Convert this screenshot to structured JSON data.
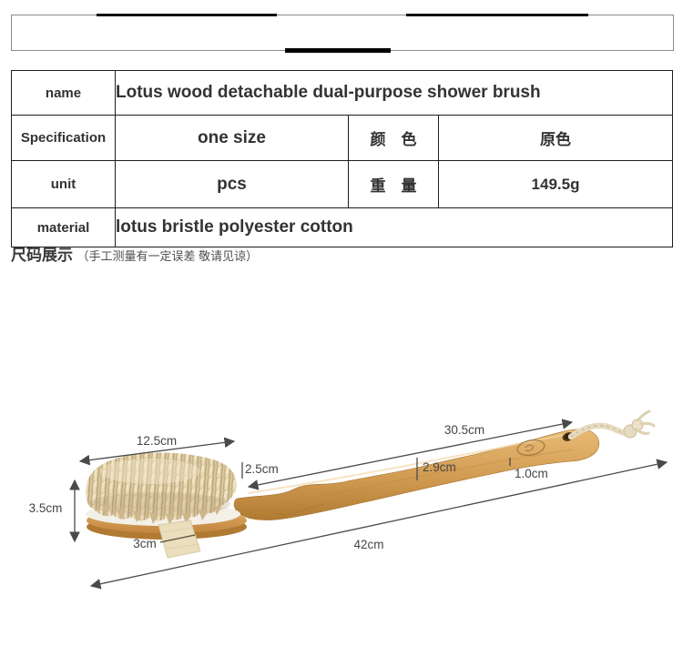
{
  "header": {
    "description": "redacted brand banner (black bars, no text)"
  },
  "table": {
    "row1": {
      "label": "name",
      "value": "Lotus wood detachable dual-purpose shower brush"
    },
    "row2": {
      "label": "Specification",
      "value": "one size",
      "label2": "颜　色",
      "value2": "原色"
    },
    "row3": {
      "label": "unit",
      "value": "pcs",
      "label2": "重　量",
      "value2": "149.5g"
    },
    "row4": {
      "label": "material",
      "value": "lotus bristle polyester cotton"
    }
  },
  "size_note": {
    "title": "尺码展示",
    "sub": "（手工测量有一定误差 敬请见谅）"
  },
  "figure": {
    "dims": {
      "head_width": "12.5cm",
      "head_height": "3.5cm",
      "strap": "3cm",
      "neck": "2.5cm",
      "handle_length": "30.5cm",
      "handle_width": "2.9cm",
      "tip": "1.0cm",
      "total": "42cm"
    },
    "colors": {
      "wood": "#d09a50",
      "bristle": "#ddcca4",
      "rope": "#e7dcc2",
      "dimension_line": "#4a4a4a",
      "table_border": "#1c1c26"
    }
  }
}
